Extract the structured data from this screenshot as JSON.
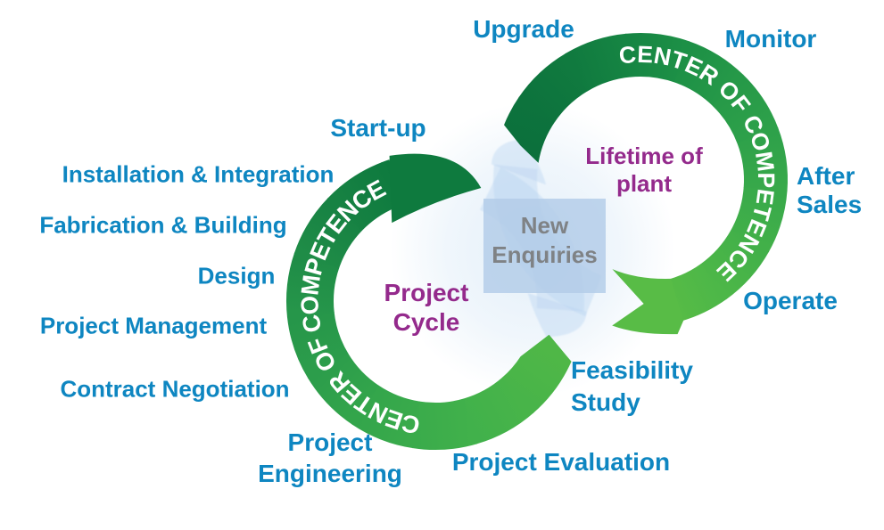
{
  "diagram": {
    "center_box": {
      "lines": [
        "New",
        "Enquiries"
      ]
    },
    "left_ring": {
      "band_label": "CENTER OF COMPETENCE",
      "core_label": [
        "Project",
        "Cycle"
      ]
    },
    "right_ring": {
      "band_label": "CENTER OF COMPETENCE",
      "core_label": [
        "Lifetime of",
        "plant"
      ]
    },
    "stage_labels": {
      "upgrade": "Upgrade",
      "monitor": "Monitor",
      "after_sales": [
        "After",
        "Sales"
      ],
      "operate": "Operate",
      "start_up": "Start-up",
      "installation_integration": "Installation & Integration",
      "fabrication_building": "Fabrication & Building",
      "design": "Design",
      "project_management": "Project Management",
      "contract_negotiation": "Contract Negotiation",
      "project_engineering": [
        "Project",
        "Engineering"
      ],
      "project_evaluation": "Project Evaluation",
      "feasibility_study": [
        "Feasibility",
        "Study"
      ]
    },
    "colors": {
      "label_blue": "#0e86c1",
      "label_purple": "#942a8c",
      "center_text_gray": "#7f8285",
      "band_text": "#ffffff",
      "box_fill": "rgba(178,204,232,0.82)",
      "ghost_fill": "rgba(185,213,240,0.42)",
      "halo_fill": "rgba(205,226,244,0.55)",
      "left_green_dark": "#0e7a3e",
      "left_green_light": "#4fb747",
      "right_green_dark": "#0b6f3c",
      "right_green_light": "#58bc46",
      "left_gradient": [
        [
          114,
          "#4fb747"
        ],
        [
          165,
          "#41b14b"
        ],
        [
          220,
          "#31a34b"
        ],
        [
          270,
          "#24944a"
        ],
        [
          315,
          "#178243"
        ],
        [
          342,
          "#0e7a3e"
        ]
      ],
      "right_gradient": [
        [
          292,
          "#0b6f3c"
        ],
        [
          335,
          "#117c40"
        ],
        [
          380,
          "#1d9046"
        ],
        [
          440,
          "#32a54b"
        ],
        [
          490,
          "#46b349"
        ],
        [
          523,
          "#56bb46"
        ]
      ]
    }
  }
}
